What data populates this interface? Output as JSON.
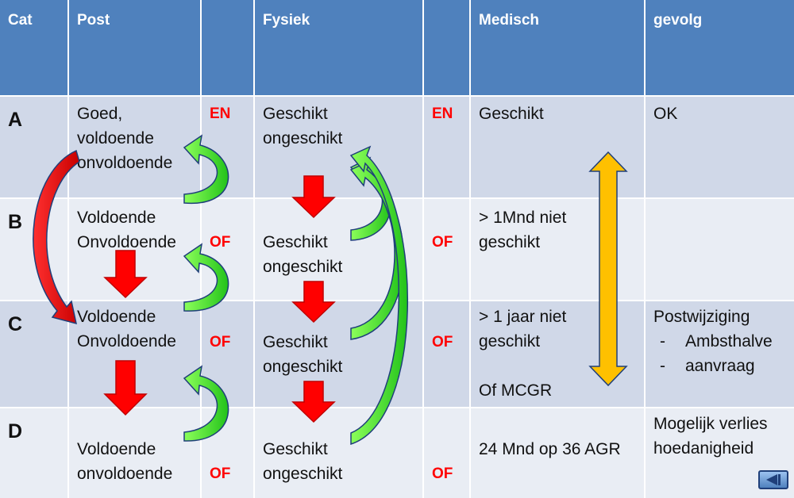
{
  "header": [
    "Cat",
    "Post",
    "",
    "Fysiek",
    "",
    "Medisch",
    "gevolg"
  ],
  "rows": [
    {
      "cat": "A",
      "post": [
        "Goed,",
        "voldoende",
        "onvoldoende"
      ],
      "conj1": "EN",
      "fysiek": [
        "Geschikt",
        "ongeschikt"
      ],
      "conj2": "EN",
      "medisch": [
        "Geschikt"
      ],
      "gevolg": [
        "OK"
      ]
    },
    {
      "cat": "B",
      "post": [
        "Voldoende",
        "Onvoldoende"
      ],
      "conj1": "OF",
      "fysiek": [
        "Geschikt",
        "ongeschikt"
      ],
      "conj2": "OF",
      "medisch": [
        "> 1Mnd niet",
        "geschikt"
      ],
      "gevolg": []
    },
    {
      "cat": "C",
      "post": [
        "Voldoende",
        "Onvoldoende"
      ],
      "conj1": "OF",
      "fysiek": [
        "Geschikt",
        "ongeschikt"
      ],
      "conj2": "OF",
      "medisch": [
        "> 1 jaar niet",
        "geschikt",
        "",
        "Of MCGR"
      ],
      "gevolg": [
        "Postwijziging"
      ],
      "gevolg_list": [
        "Ambsthalve",
        "aanvraag"
      ],
      "list_marker": "-"
    },
    {
      "cat": "D",
      "post": [
        "Voldoende",
        "onvoldoende"
      ],
      "conj1": "OF",
      "fysiek": [
        "Geschikt",
        "ongeschikt"
      ],
      "conj2": "OF",
      "medisch": [
        "24 Mnd op 36 AGR"
      ],
      "gevolg": [
        "Mogelijk verlies",
        "hoedanigheid"
      ]
    }
  ],
  "colors": {
    "header_bg": "#4f81bd",
    "row_dark": "#d0d8e8",
    "row_light": "#e9edf4",
    "conjunction": "#ff0000",
    "down_arrow": "#ff0000",
    "green_arrow": "#33dd22",
    "double_arrow": "#ffc000"
  },
  "icons": [
    "red-down-arrow",
    "green-curved-arrow",
    "red-curved-arrow",
    "yellow-double-arrow",
    "back-nav-icon"
  ]
}
